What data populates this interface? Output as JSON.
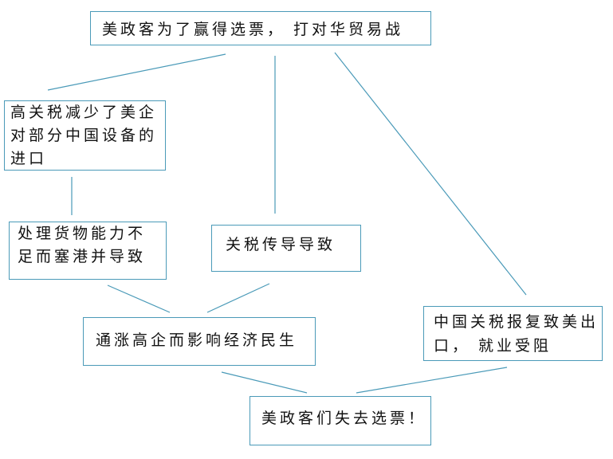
{
  "nodes": {
    "root": "美政客为了赢得选票， 打对华贸易战",
    "import_cut": "高关税减少了美企对部分中国设备的进口",
    "port_congestion": "处理货物能力不足而塞港并导致",
    "tariff_pass": "关税传导导致",
    "inflation": "通涨高企而影响经济民生",
    "retaliation": "中国关税报复致美出口， 就业受阻",
    "result": "美政客们失去选票！"
  },
  "colors": {
    "line": "#4a9ab8",
    "border": "#4a9ab8"
  }
}
